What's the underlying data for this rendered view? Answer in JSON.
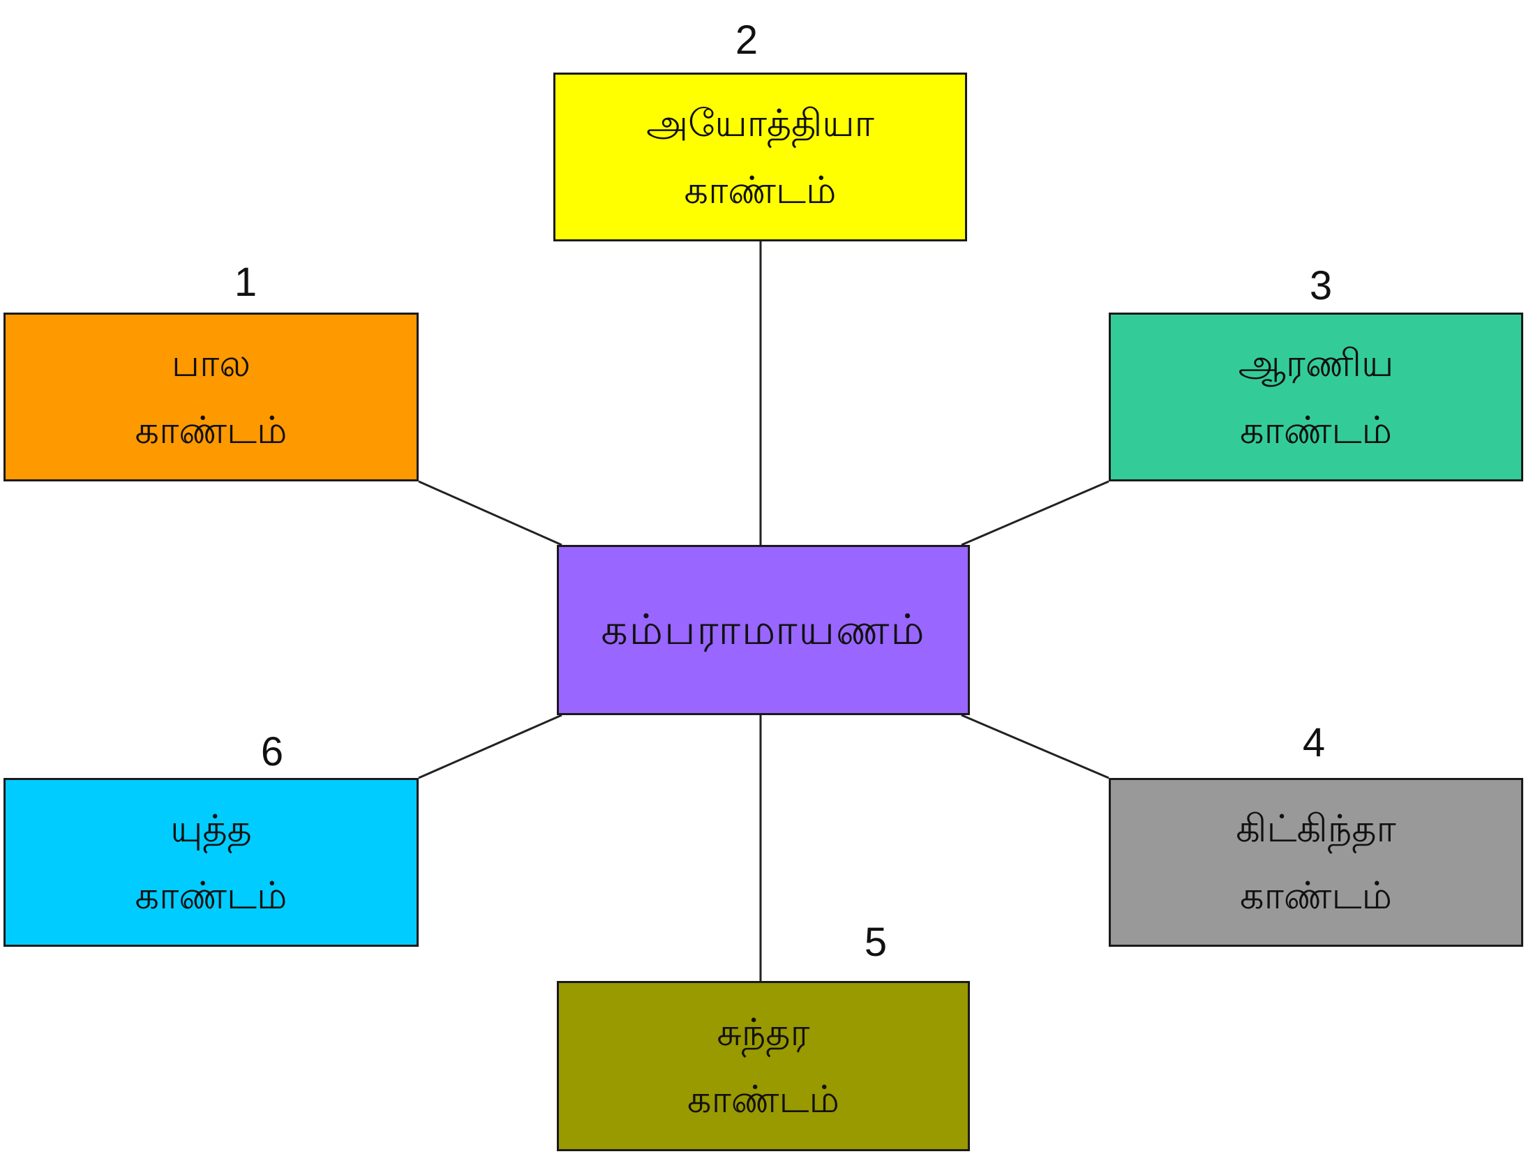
{
  "diagram": {
    "center": {
      "label": "கம்பராமாயணம்",
      "color": "#9966ff"
    },
    "nodes": [
      {
        "number": "1",
        "line1": "பால",
        "line2": "காண்டம்",
        "color": "#ff9900"
      },
      {
        "number": "2",
        "line1": "அயோத்தியா",
        "line2": "காண்டம்",
        "color": "#ffff00"
      },
      {
        "number": "3",
        "line1": "ஆரணிய",
        "line2": "காண்டம்",
        "color": "#33cc99"
      },
      {
        "number": "4",
        "line1": "கிட்கிந்தா",
        "line2": "காண்டம்",
        "color": "#999999"
      },
      {
        "number": "5",
        "line1": "சுந்தர",
        "line2": "காண்டம்",
        "color": "#999900"
      },
      {
        "number": "6",
        "line1": "யுத்த",
        "line2": "காண்டம்",
        "color": "#00ccff"
      }
    ]
  }
}
